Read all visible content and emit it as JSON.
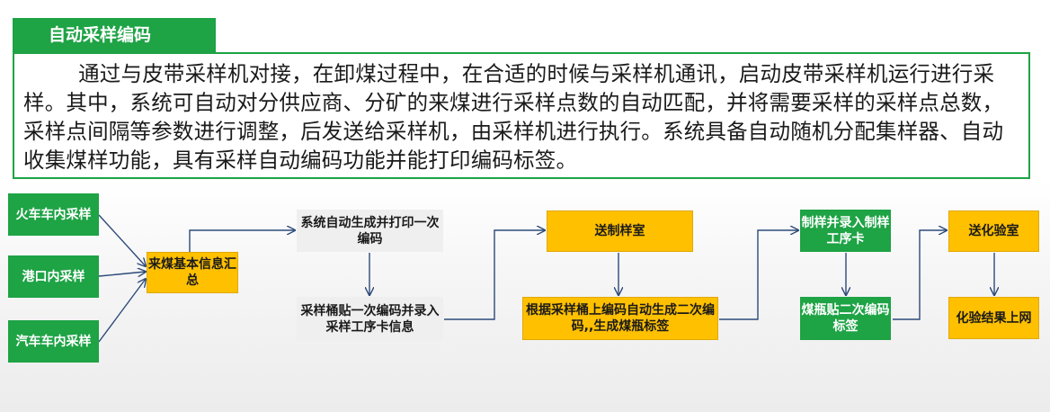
{
  "title": "自动采样编码",
  "description": "通过与皮带采样机对接，在卸煤过程中，在合适的时候与采样机通讯，启动皮带采样机运行进行采样。其中，系统可自动对分供应商、分矿的来煤进行采样点数的自动匹配，并将需要采样的采样点总数，采样点间隔等参数进行调整，后发送给采样机，由采样机进行执行。系统具备自动随机分配集样器、自动收集煤样功能，具有采样自动编码功能并能打印编码标签。",
  "flow": {
    "train": "火车车内采样",
    "port": "港口内采样",
    "truck": "汽车车内采样",
    "summary": "来煤基本信息汇总",
    "gen_code": "系统自动生成并打印一次编码",
    "stick_code": "采样桶贴一次编码并录入采样工序卡信息",
    "send_prep": "送制样室",
    "second_code": "根据采样桶上编码自动生成二次编码,,生成煤瓶标签",
    "prep_card": "制样并录入制样工序卡",
    "bottle_code": "煤瓶贴二次编码标签",
    "send_lab": "送化验室",
    "upload": "化验结果上网"
  },
  "colors": {
    "green": "#1ea345",
    "orange": "#ffc000",
    "gray": "#efefef",
    "line": "#2c4a7a"
  }
}
